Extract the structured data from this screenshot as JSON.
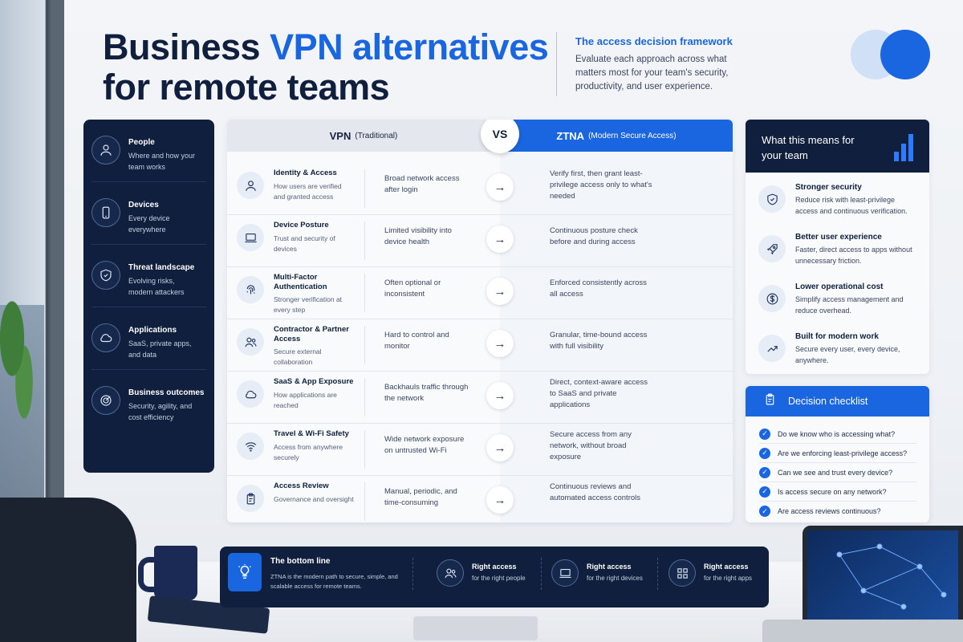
{
  "header": {
    "title_part1": "Business ",
    "title_accent": "VPN alternatives",
    "title_part2": "for remote teams",
    "framework_title": "The access decision framework",
    "framework_desc": "Evaluate each approach across what matters most for your team's security, productivity, and user experience."
  },
  "colors": {
    "navy": "#0f1f3d",
    "accent": "#1a66e0"
  },
  "left_panel": [
    {
      "title": "People",
      "desc": "Where and how your team works",
      "icon": "person-icon"
    },
    {
      "title": "Devices",
      "desc": "Every device everywhere",
      "icon": "phone-icon"
    },
    {
      "title": "Threat landscape",
      "desc": "Evolving risks, modern attackers",
      "icon": "shield-icon"
    },
    {
      "title": "Applications",
      "desc": "SaaS, private apps, and data",
      "icon": "cloud-icon"
    },
    {
      "title": "Business outcomes",
      "desc": "Security, agility, and cost efficiency",
      "icon": "target-icon"
    }
  ],
  "table": {
    "vpn_header": "VPN",
    "vpn_sub": "(Traditional)",
    "vs": "VS",
    "ztna_header": "ZTNA",
    "ztna_sub": "(Modern Secure Access)",
    "rows": [
      {
        "title": "Identity & Access",
        "desc": "How users are verified and granted access",
        "vpn": "Broad network access after login",
        "ztna": "Verify first, then grant least-privilege access only to what's needed",
        "icon": "user-icon"
      },
      {
        "title": "Device Posture",
        "desc": "Trust and security of devices",
        "vpn": "Limited visibility into device health",
        "ztna": "Continuous posture check before and during access",
        "icon": "laptop-icon"
      },
      {
        "title": "Multi-Factor Authentication",
        "desc": "Stronger verification at every step",
        "vpn": "Often optional or inconsistent",
        "ztna": "Enforced consistently across all access",
        "icon": "fingerprint-icon"
      },
      {
        "title": "Contractor & Partner Access",
        "desc": "Secure external collaboration",
        "vpn": "Hard to control and monitor",
        "ztna": "Granular, time-bound access with full visibility",
        "icon": "users-icon"
      },
      {
        "title": "SaaS & App Exposure",
        "desc": "How applications are reached",
        "vpn": "Backhauls traffic through the network",
        "ztna": "Direct, context-aware access to SaaS and private applications",
        "icon": "cloud-icon"
      },
      {
        "title": "Travel & Wi-Fi Safety",
        "desc": "Access from anywhere securely",
        "vpn": "Wide network exposure on untrusted Wi-Fi",
        "ztna": "Secure access from any network, without broad exposure",
        "icon": "wifi-icon"
      },
      {
        "title": "Access Review",
        "desc": "Governance and oversight",
        "vpn": "Manual, periodic, and time-consuming",
        "ztna": "Continuous reviews and automated access controls",
        "icon": "clipboard-icon"
      }
    ]
  },
  "right_panel": {
    "title": "What this means for your team",
    "items": [
      {
        "title": "Stronger security",
        "desc": "Reduce risk with least-privilege access and continuous verification.",
        "icon": "shield-check-icon"
      },
      {
        "title": "Better user experience",
        "desc": "Faster, direct access to apps without unnecessary friction.",
        "icon": "rocket-icon"
      },
      {
        "title": "Lower operational cost",
        "desc": "Simplify access management and reduce overhead.",
        "icon": "dollar-icon"
      },
      {
        "title": "Built for modern work",
        "desc": "Secure every user, every device, anywhere.",
        "icon": "trend-up-icon"
      }
    ]
  },
  "checklist": {
    "title": "Decision checklist",
    "items": [
      "Do we know who is accessing what?",
      "Are we enforcing least-privilege access?",
      "Can we see and trust every device?",
      "Is access secure on any network?",
      "Are access reviews continuous?"
    ]
  },
  "bottom_line": {
    "title": "The bottom line",
    "desc": "ZTNA is the modern path to secure, simple, and scalable access for remote teams.",
    "tiles": [
      {
        "title": "Right access",
        "desc": "for the right people",
        "icon": "users-icon"
      },
      {
        "title": "Right access",
        "desc": "for the right devices",
        "icon": "laptop-icon"
      },
      {
        "title": "Right access",
        "desc": "for the right apps",
        "icon": "grid-icon"
      }
    ]
  }
}
